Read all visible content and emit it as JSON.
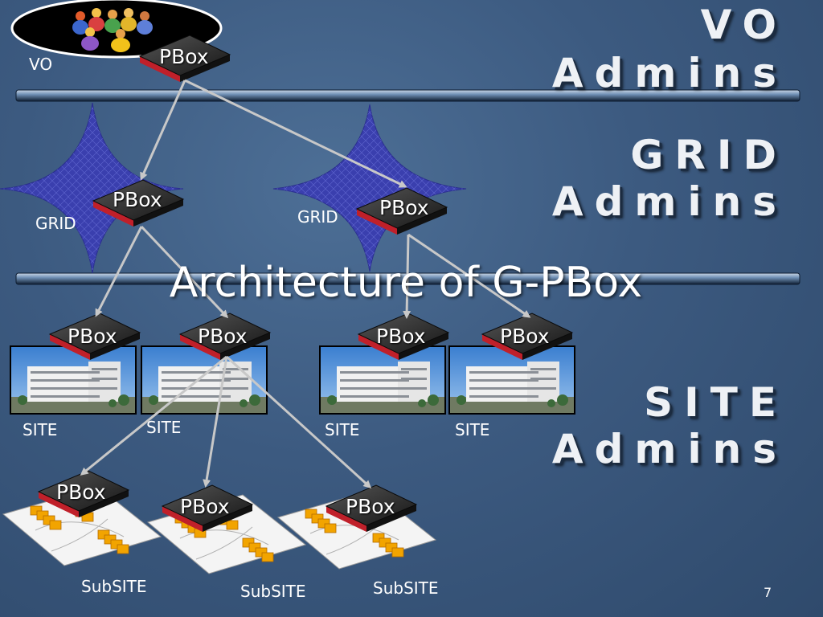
{
  "slide": {
    "title": "Architecture of G-PBox",
    "page_number": "7"
  },
  "admins": {
    "vo": [
      "VO",
      "Admins"
    ],
    "grid": [
      "GRID",
      "Admins"
    ],
    "site": [
      "SITE",
      "Admins"
    ]
  },
  "labels": {
    "vo": "VO",
    "grid": "GRID",
    "site": "SITE",
    "subsite": "SubSITE",
    "pbox": "PBox"
  },
  "colors": {
    "background": "#3c5a80",
    "divider": "#1a2f4a",
    "arrow": "#c8c8c8",
    "star": "#3a3fae",
    "chip": "#2a2a2a",
    "chip_edge": "#c0202a",
    "crate": "#f0a000"
  },
  "icons": [
    "people-group-icon",
    "grid-star-icon",
    "pbox-chip-icon",
    "building-photo-icon",
    "subsite-crates-icon"
  ]
}
